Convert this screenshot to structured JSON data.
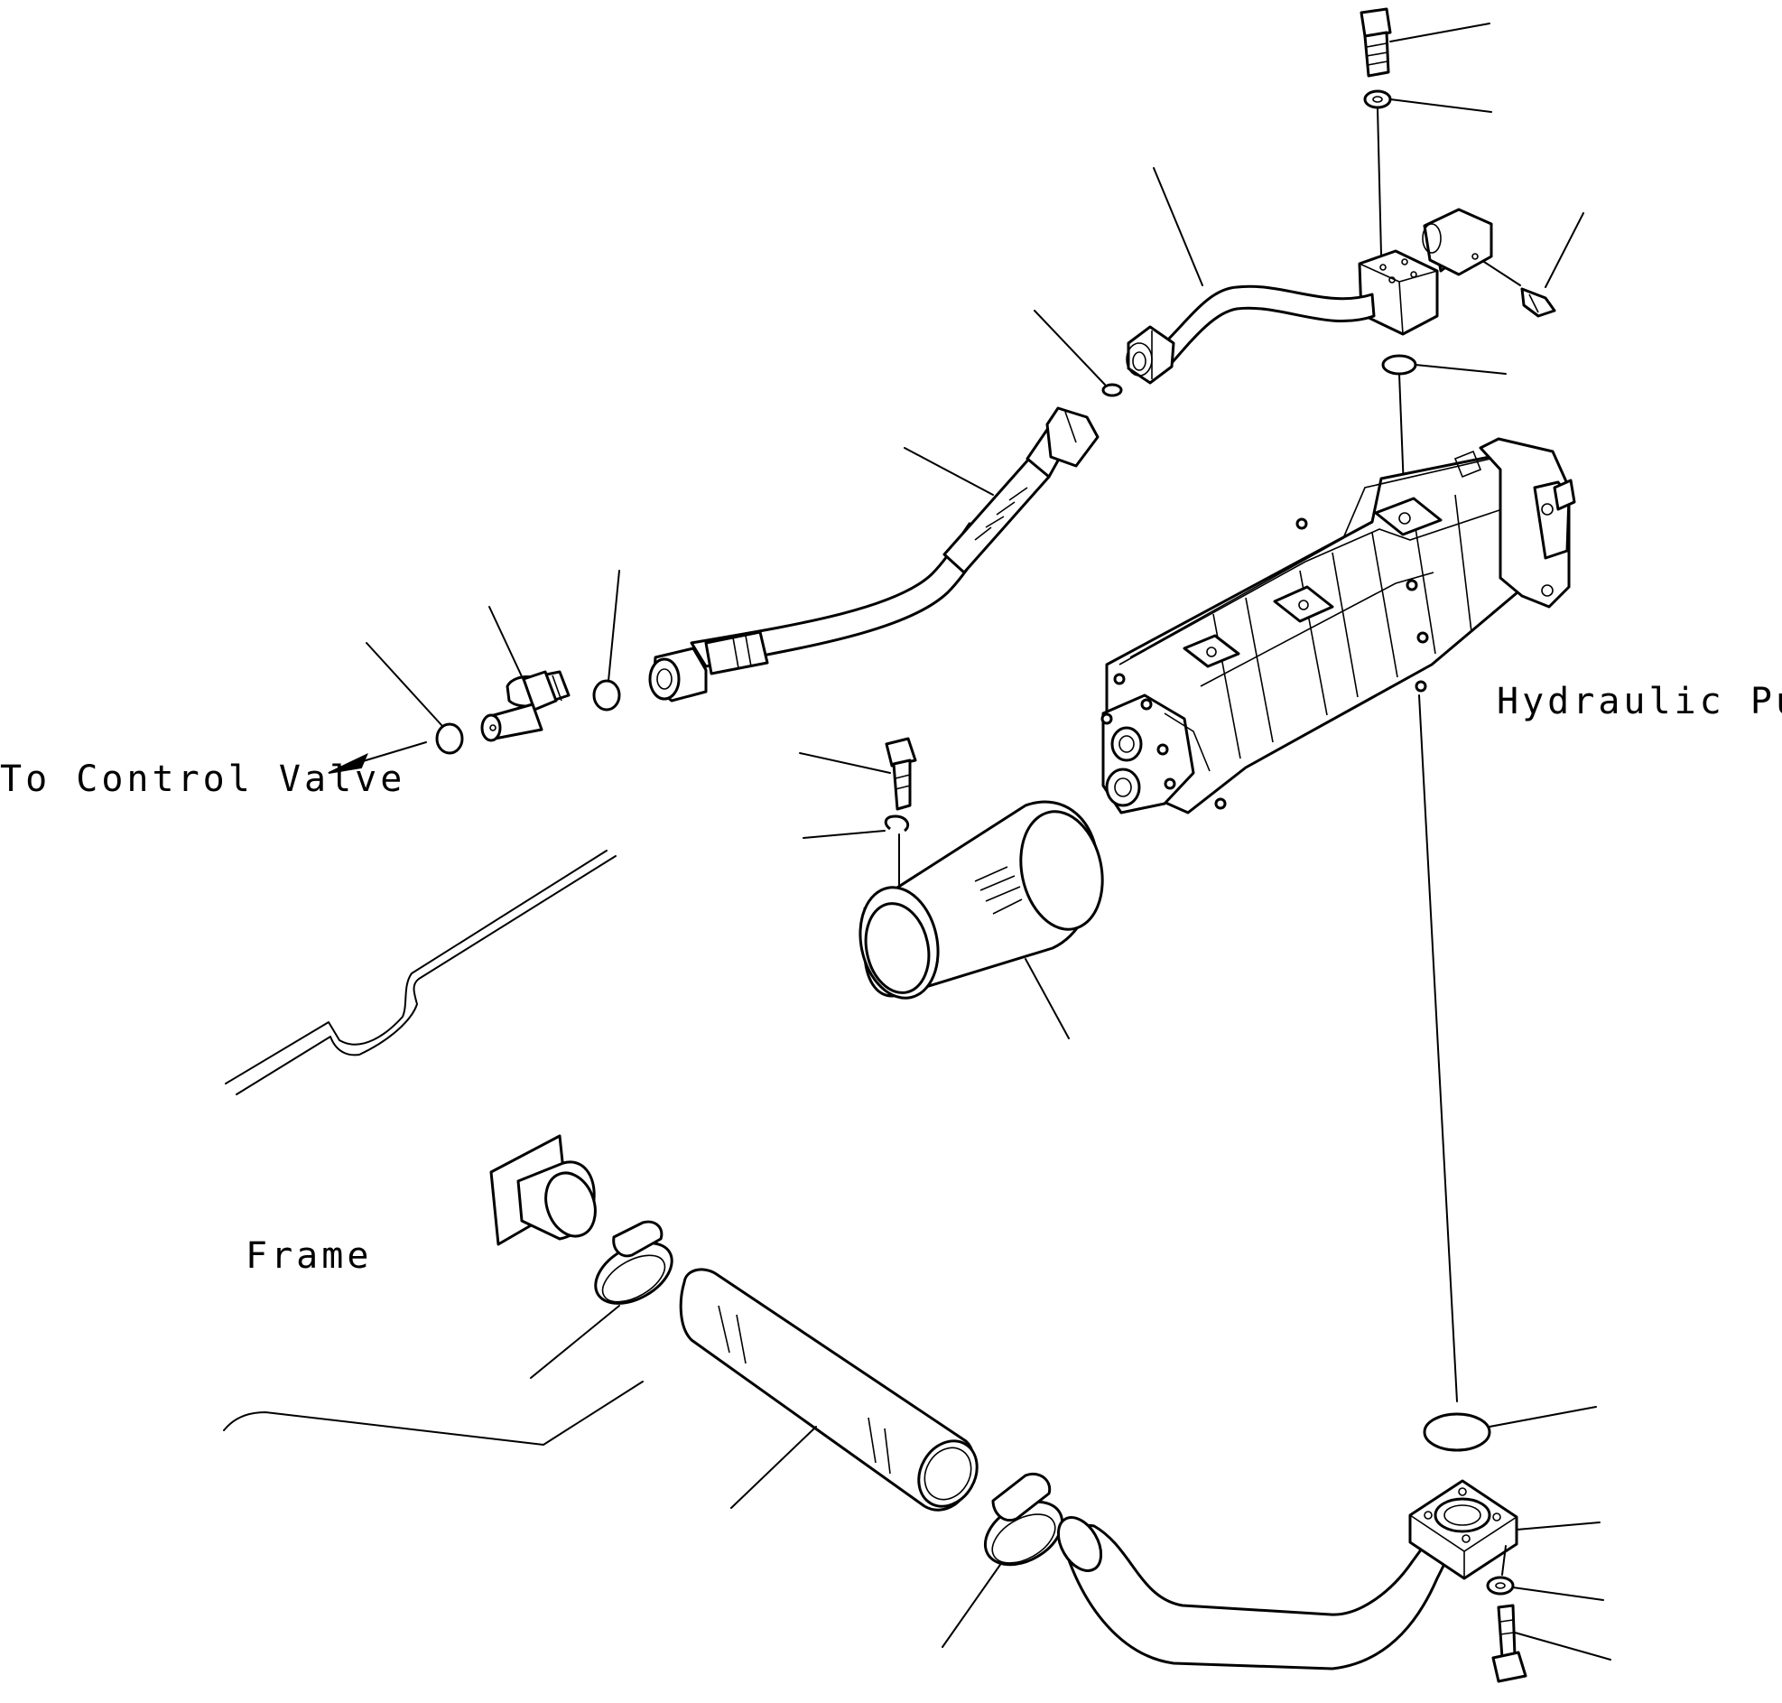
{
  "labels": {
    "hydraulic_pump": "Hydraulic Pump",
    "to_control_valve": "To Control Valve",
    "frame": "Frame"
  },
  "colors": {
    "ink": "#000000",
    "paper": "#ffffff"
  }
}
